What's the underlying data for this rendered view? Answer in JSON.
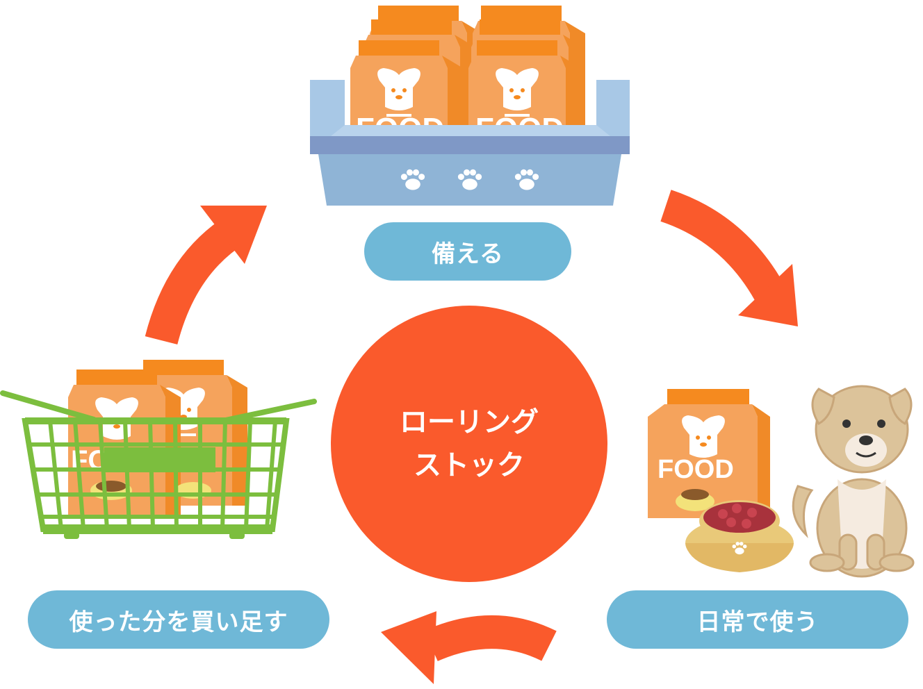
{
  "center": {
    "line1": "ローリング",
    "line2": "ストック"
  },
  "steps": {
    "prepare": "備える",
    "daily": "日常で使う",
    "rebuy": "使った分を買い足す"
  },
  "food_label": "FOOD",
  "colors": {
    "arrow": "#fa5a2c",
    "center_circle": "#fa5a2c",
    "pill": "#6fb8d7",
    "bag": "#f5a35c",
    "basket": "#7cbe3e",
    "tray": "#8fb4d6"
  }
}
